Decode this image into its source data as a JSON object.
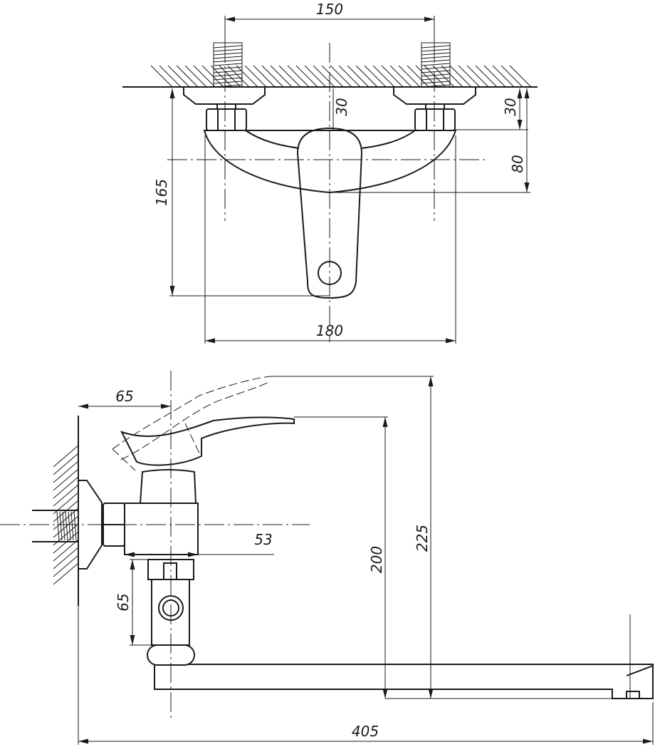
{
  "title": "Faucet technical drawing",
  "stroke_color": "#1a1a1a",
  "top_view": {
    "dim_inlet_spacing": "150",
    "dim_eccentric_left": "30",
    "dim_eccentric_right": "30",
    "dim_body_depth": "80",
    "dim_handle_height": "165",
    "dim_overall_width": "180"
  },
  "side_view": {
    "dim_handle_offset": "65",
    "dim_body_width": "53",
    "dim_outlet_drop": "65",
    "dim_spout_height": "200",
    "dim_handle_top_height": "225",
    "dim_spout_length": "405"
  }
}
